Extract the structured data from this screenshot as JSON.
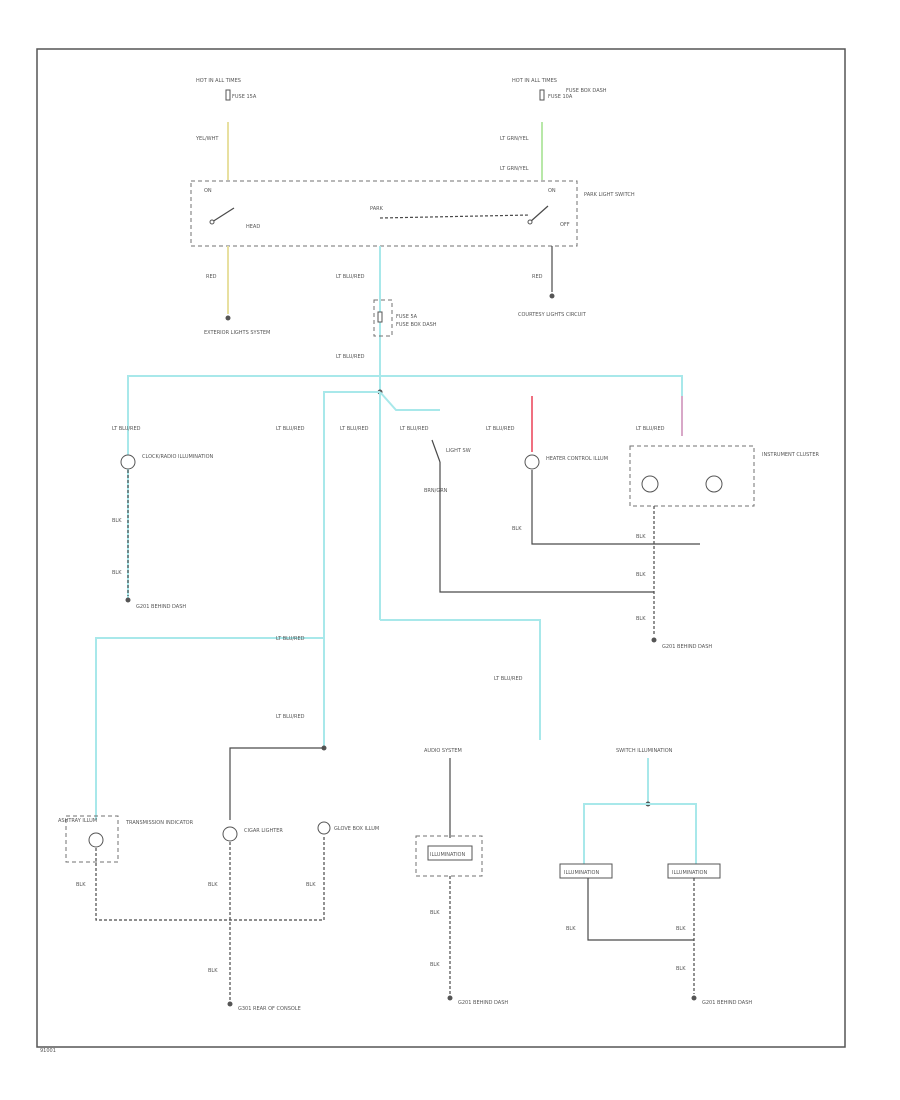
{
  "colors": {
    "background": "#ffffff",
    "frame": "#555555",
    "wire": "#4a4a4a",
    "wire_cyan": "#a8e8ea",
    "wire_yellow": "#e8e0a0",
    "wire_green": "#b8e8a8",
    "wire_red": "#f07080",
    "wire_pink": "#d8a8c8",
    "label": "#555555"
  },
  "icons": {
    "ground": "ground-symbol-icon",
    "bulb": "lamp-bulb-icon",
    "switch": "switch-contact-icon",
    "fuse": "fuse-icon",
    "connector": "connector-icon"
  },
  "labels": {
    "hot_left": "HOT IN ALL TIMES",
    "fuse_left": "FUSE 15A",
    "hot_right": "HOT IN ALL TIMES",
    "fuse_right": "FUSE 10A",
    "fuse_box_note": "FUSE BOX DASH",
    "wire_yel_top": "YEL/WHT",
    "wire_grn_top": "LT GRN/YEL",
    "wire_grn_top2": "LT GRN/YEL",
    "switch_title": "PARK LIGHT SWITCH",
    "park": "PARK",
    "head": "HEAD",
    "off": "OFF",
    "on": "ON",
    "wire_red_left": "RED",
    "wire_red_right": "RED",
    "ext_lights": "EXTERIOR LIGHTS SYSTEM",
    "courtesy": "COURTESY LIGHTS CIRCUIT",
    "fuse_center": "FUSE 5A",
    "fuse_center_note": "FUSE BOX DASH",
    "wire_cyan_1": "LT BLU/RED",
    "wire_cyan_2": "LT BLU/RED",
    "wire_a": "LT BLU/RED",
    "wire_b": "LT BLU/RED",
    "wire_c": "LT BLU/RED",
    "wire_d": "LT BLU/RED",
    "wire_e": "LT BLU/RED",
    "wire_f": "LT BLU/RED",
    "clock_title": "CLOCK/RADIO ILLUMINATION",
    "blk_1": "BLK",
    "blk_2": "BLK",
    "ground_left": "G201 BEHIND DASH",
    "sw_lamp": "LIGHT SW",
    "brn_note": "BRN/GRN",
    "heater_ctrl": "HEATER CONTROL ILLUM",
    "cluster_title": "INSTRUMENT CLUSTER",
    "blk_3": "BLK",
    "blk_4": "BLK",
    "blk_5": "BLK",
    "blk_6": "BLK",
    "ground_center": "G201 BEHIND DASH",
    "wire_cyan_mid": "LT BLU/RED",
    "wire_cyan_left": "LT BLU/RED",
    "wire_cyan_low": "LT BLU/RED",
    "ashtray": "ASHTRAY ILLUM",
    "trans_ind": "TRANSMISSION INDICATOR",
    "cig_lighter": "CIGAR LIGHTER",
    "glovebox": "GLOVE BOX ILLUM",
    "blk_7": "BLK",
    "blk_8": "BLK",
    "blk_9": "BLK",
    "blk_10": "BLK",
    "ground_bottom_left": "G301 REAR OF CONSOLE",
    "audio_title": "AUDIO SYSTEM",
    "illum_1": "ILLUMINATION",
    "blk_11": "BLK",
    "blk_12": "BLK",
    "ground_bottom_center": "G201 BEHIND DASH",
    "sw_title": "SWITCH ILLUMINATION",
    "illum_2": "ILLUMINATION",
    "illum_3": "ILLUMINATION",
    "blk_13": "BLK",
    "blk_14": "BLK",
    "blk_15": "BLK",
    "ground_bottom_right": "G201 BEHIND DASH",
    "corner_mark": "91001"
  }
}
